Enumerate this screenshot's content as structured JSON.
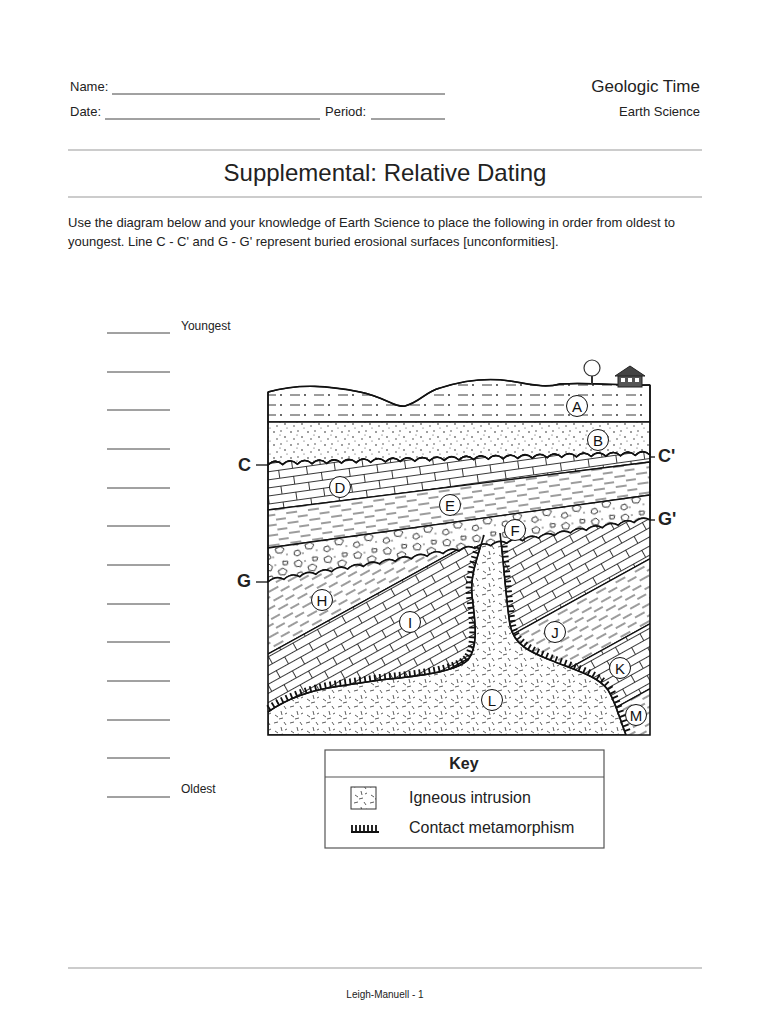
{
  "diagram": {
    "title": "Supplemental: Relative Dating",
    "nodes": [
      {
        "text": [
          "A"
        ]
      },
      {
        "text": [
          "B"
        ]
      },
      {
        "text": [
          "D"
        ]
      },
      {
        "text": [
          "E"
        ]
      },
      {
        "text": [
          "F"
        ]
      },
      {
        "text": [
          "H"
        ]
      },
      {
        "text": [
          "I"
        ]
      },
      {
        "text": [
          "J"
        ]
      },
      {
        "text": [
          "K"
        ]
      },
      {
        "text": [
          "L"
        ]
      },
      {
        "text": [
          "M"
        ]
      }
    ],
    "labels": [
      "Name:",
      "Date:",
      "Period:",
      "Geologic Time",
      "Earth Science",
      "Use the diagram below and your knowledge of Earth Science to place the following in order from oldest to youngest. Line C - C' and G - G' represent buried erosional surfaces [unconformities].",
      "Youngest",
      "Oldest",
      "C",
      "C'",
      "G",
      "G'",
      "Key",
      "Leigh-Manuell - 1"
    ],
    "legend": [
      {
        "text": "Igneous intrusion"
      },
      {
        "text": "Contact metamorphism"
      }
    ]
  }
}
